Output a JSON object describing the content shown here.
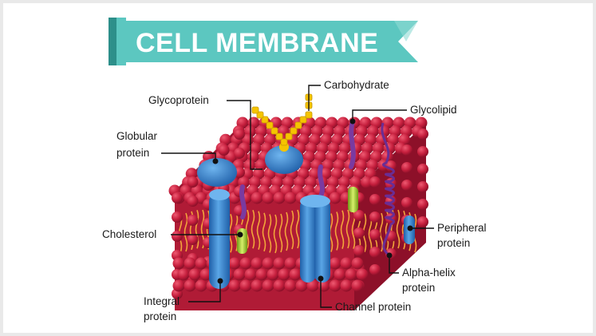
{
  "title": "CELL MEMBRANE",
  "colors": {
    "banner": "#5cc7c0",
    "banner_dark": "#2d8f8a",
    "phospholipid_head": "#c51f3d",
    "tail": "#f2a43a",
    "protein": "#2f7ec6",
    "cholesterol": "#a8d13a",
    "glycolipid": "#7a3aa0",
    "carbohydrate": "#f5c400"
  },
  "labels": {
    "glycoprotein": "Glycoprotein",
    "carbohydrate": "Carbohydrate",
    "glycolipid": "Glycolipid",
    "globular_1": "Globular",
    "globular_2": "protein",
    "cholesterol": "Cholesterol",
    "peripheral_1": "Peripheral",
    "peripheral_2": "protein",
    "alpha_1": "Alpha-helix",
    "alpha_2": "protein",
    "integral_1": "Integral",
    "integral_2": "protein",
    "channel": "Channel protein"
  }
}
